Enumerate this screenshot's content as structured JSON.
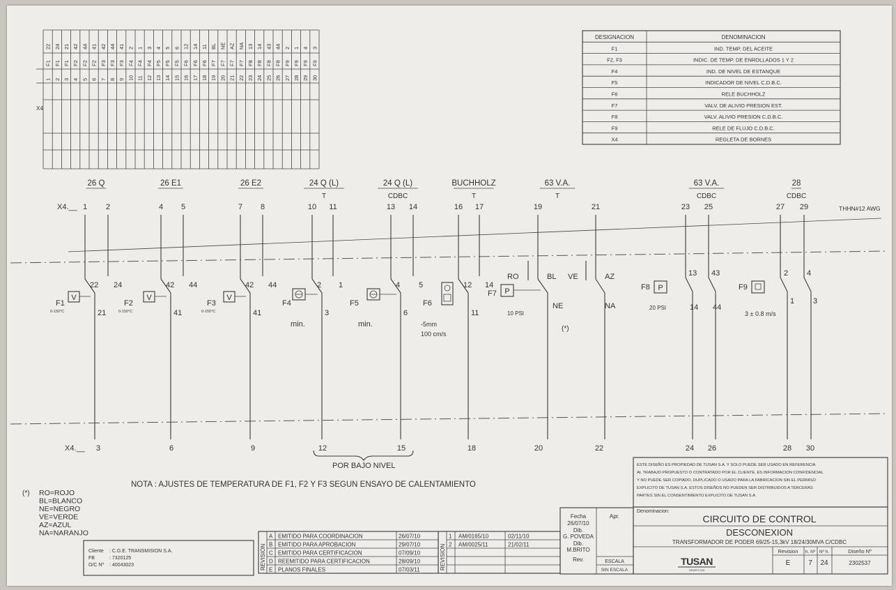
{
  "terminal_strip": {
    "label": "X4",
    "rows": [
      {
        "n": "1",
        "dev": "F1",
        "pin": "22"
      },
      {
        "n": "2",
        "dev": "F1",
        "pin": "24"
      },
      {
        "n": "3",
        "dev": "F1",
        "pin": "21"
      },
      {
        "n": "4",
        "dev": "F2",
        "pin": "42"
      },
      {
        "n": "5",
        "dev": "F2",
        "pin": "44"
      },
      {
        "n": "6",
        "dev": "F2",
        "pin": "41"
      },
      {
        "n": "7",
        "dev": "F3",
        "pin": "42"
      },
      {
        "n": "8",
        "dev": "F3",
        "pin": "44"
      },
      {
        "n": "9",
        "dev": "F3",
        "pin": "41"
      },
      {
        "n": "10",
        "dev": "F4",
        "pin": "2"
      },
      {
        "n": "11",
        "dev": "F4",
        "pin": "1"
      },
      {
        "n": "12",
        "dev": "F4",
        "pin": "3"
      },
      {
        "n": "13",
        "dev": "F5",
        "pin": "4"
      },
      {
        "n": "14",
        "dev": "F5",
        "pin": "5"
      },
      {
        "n": "15",
        "dev": "F5",
        "pin": "6"
      },
      {
        "n": "16",
        "dev": "F6",
        "pin": "12"
      },
      {
        "n": "17",
        "dev": "F6",
        "pin": "14"
      },
      {
        "n": "18",
        "dev": "F6",
        "pin": "11"
      },
      {
        "n": "19",
        "dev": "F7",
        "pin": "BL"
      },
      {
        "n": "20",
        "dev": "F7",
        "pin": "NE"
      },
      {
        "n": "21",
        "dev": "F7",
        "pin": "AZ"
      },
      {
        "n": "22",
        "dev": "F7",
        "pin": "NA"
      },
      {
        "n": "23",
        "dev": "F8",
        "pin": "13"
      },
      {
        "n": "24",
        "dev": "F8",
        "pin": "14"
      },
      {
        "n": "25",
        "dev": "F8",
        "pin": "43"
      },
      {
        "n": "26",
        "dev": "F8",
        "pin": "44"
      },
      {
        "n": "27",
        "dev": "F9",
        "pin": "2"
      },
      {
        "n": "28",
        "dev": "F9",
        "pin": "1"
      },
      {
        "n": "29",
        "dev": "F9",
        "pin": "4"
      },
      {
        "n": "30",
        "dev": "F9",
        "pin": "3"
      }
    ]
  },
  "legend": {
    "headers": [
      "DESIGNACION",
      "DENOMINACION"
    ],
    "rows": [
      [
        "F1",
        "IND. TEMP. DEL ACEITE"
      ],
      [
        "F2, F3",
        "INDIC. DE TEMP. DE ENROLLADOS 1 Y 2"
      ],
      [
        "F4",
        "IND. DE NIVEL DE ESTANQUE"
      ],
      [
        "F5",
        "INDICADOR DE NIVEL C.D.B.C."
      ],
      [
        "F6",
        "RELE BUCHHOLZ"
      ],
      [
        "F7",
        "VALV. DE ALIVIO PRESION EST."
      ],
      [
        "F8",
        "VALV. ALIVIO PRESION C.D.B.C."
      ],
      [
        "F9",
        "RELE DE FLUJO C.D.B.C."
      ],
      [
        "X4",
        "REGLETA DE BORNES"
      ]
    ]
  },
  "schematic": {
    "x4_top": "X4.__",
    "x4_bottom": "X4.__",
    "wire_note": "THHN#12 AWG",
    "groups": [
      {
        "title": "26 Q",
        "sub": ""
      },
      {
        "title": "26 E1",
        "sub": ""
      },
      {
        "title": "26 E2",
        "sub": ""
      },
      {
        "title": "24 Q (L)",
        "sub": "T"
      },
      {
        "title": "24 Q (L)",
        "sub": "CDBC"
      },
      {
        "title": "BUCHHOLZ",
        "sub": "T"
      },
      {
        "title": "63 V.A.",
        "sub": "T"
      },
      {
        "title": "63 V.A.",
        "sub": "CDBC"
      },
      {
        "title": "28",
        "sub": "CDBC"
      }
    ],
    "top_terminals": [
      "1",
      "2",
      "4",
      "5",
      "7",
      "8",
      "10",
      "11",
      "13",
      "14",
      "16",
      "17",
      "19",
      "21",
      "23",
      "25",
      "27",
      "29"
    ],
    "bottom_terminals": [
      "3",
      "6",
      "9",
      "12",
      "15",
      "18",
      "20",
      "22",
      "24",
      "26",
      "28",
      "30"
    ],
    "devices": [
      {
        "tag": "F1",
        "symbol": "V",
        "range": "0-150°C",
        "contacts": [
          "22",
          "24",
          "21"
        ]
      },
      {
        "tag": "F2",
        "symbol": "V",
        "range": "0-150°C",
        "contacts": [
          "42",
          "44",
          "41"
        ]
      },
      {
        "tag": "F3",
        "symbol": "V",
        "range": "0-150°C",
        "contacts": [
          "42",
          "44",
          "41"
        ]
      },
      {
        "tag": "F4",
        "symbol": "",
        "note": "min.",
        "contacts": [
          "2",
          "1",
          "3"
        ]
      },
      {
        "tag": "F5",
        "symbol": "",
        "note": "min.",
        "contacts": [
          "4",
          "5",
          "6"
        ]
      },
      {
        "tag": "F6",
        "symbol": "",
        "note": "-5mm",
        "note2": "100 cm/s",
        "contacts": [
          "12",
          "14",
          "11"
        ]
      },
      {
        "tag": "F7",
        "symbol": "P",
        "note": "10 PSI",
        "contacts": [
          "RO",
          "BL",
          "NE",
          "VE",
          "AZ",
          "NA"
        ],
        "mark": "(*)"
      },
      {
        "tag": "F8",
        "symbol": "P",
        "note": "20 PSI",
        "contacts": [
          "13",
          "43",
          "14",
          "44"
        ]
      },
      {
        "tag": "F9",
        "symbol": "",
        "note": "3 ± 0.8 m/s",
        "contacts": [
          "2",
          "4",
          "1",
          "3"
        ]
      }
    ],
    "brace_label": "POR BAJO NIVEL"
  },
  "nota": "NOTA : AJUSTES DE TEMPERATURA DE F1, F2 Y F3 SEGUN ENSAYO DE CALENTAMIENTO",
  "colors": {
    "marker": "(*)",
    "entries": [
      "RO=ROJO",
      "BL=BLANCO",
      "NE=NEGRO",
      "VE=VERDE",
      "AZ=AZUL",
      "NA=NARANJO"
    ]
  },
  "client": {
    "rows": [
      [
        "Cliente",
        ": C.G.E. TRANSMISION S.A."
      ],
      [
        "FB",
        ": 7320125"
      ],
      [
        "O/C Nº",
        ": 40043023"
      ]
    ]
  },
  "revisions": {
    "side_label": "REVISION",
    "letters": [
      {
        "id": "A",
        "desc": "EMITIDO PARA COORDINACION",
        "date": "26/07/10"
      },
      {
        "id": "B",
        "desc": "EMITIDO PARA APROBACION",
        "date": "29/07/10"
      },
      {
        "id": "C",
        "desc": "EMITIDO PARA CERTIFICACION",
        "date": "07/09/10"
      },
      {
        "id": "D",
        "desc": "REEMITIDO PARA CERTIFICACION",
        "date": "28/09/10"
      },
      {
        "id": "E",
        "desc": "PLANOS FINALES",
        "date": "07/03/11"
      }
    ],
    "numbers": [
      {
        "id": "1",
        "ref": "AM/0165/10",
        "date": "02/11/10"
      },
      {
        "id": "2",
        "ref": "AM/0025/11",
        "date": "21/02/11"
      }
    ]
  },
  "title_block": {
    "fecha_label": "Fecha",
    "fecha": "26/07/10",
    "dib_label": "Dib.",
    "dib": "G. POVEDA",
    "dib2_label": "Dib.",
    "dib2": "M.BRITO",
    "rev_label": "Rev.",
    "apr_label": "Apr.",
    "escala_label": "ESCALA",
    "escala": "SIN ESCALA",
    "disclaimer": [
      "ESTE DISEÑO ES PROPIEDAD DE TUSAN S.A. Y SOLO PUEDE SER USADO EN REFERENCIA",
      "AL TRABAJO PROPUESTO O CONTRATADO POR EL CLIENTE. ES INFORMACION CONFIDENCIAL",
      "Y NO PUEDE SER COPIADO, DUPLICADO O USADO PARA LA FABRICACION SIN EL PERMISO",
      "EXPLICITO DE TUSAN S.A. ESTOS DISEÑOS NO PUEDEN SER DISTRIBUIDOS A TERCERAS",
      "PARTES SIN EL CONSENTIMIENTO EXPLICITO DE TUSAN S.A."
    ],
    "denominacion_label": "Denominacion:",
    "title": "CIRCUITO DE CONTROL",
    "subtitle": "DESCONEXION",
    "transformer": "TRANSFORMADOR DE PODER 69/25-15,3kV 18/24/30MVA C/CDBC",
    "logo": "TUSAN",
    "logo_sub": "GRUPO CDI",
    "revision_label": "Revision",
    "revision": "E",
    "hoja_label": "h. Nº",
    "hoja": "7",
    "total_label": "Nº h.",
    "total": "24",
    "diseno_label": "Diseño Nº",
    "diseno": "2302537"
  }
}
